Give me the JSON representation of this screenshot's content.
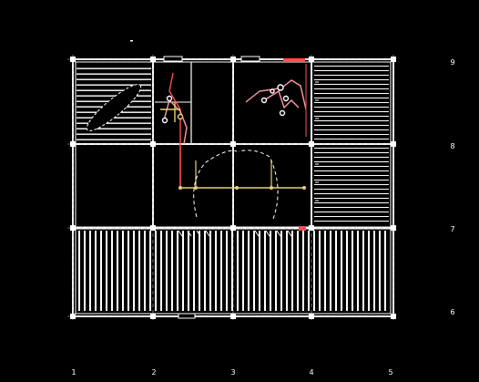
{
  "colors": {
    "background": "#000000",
    "wall": "#ffffff",
    "grid": "#bdbdbd",
    "hatch": "#ffffff",
    "pipe_red": "#ff4d4d",
    "pipe_pink": "#ff9aa8",
    "pipe_yellow": "#e6cf7a",
    "fixture": "#ffffff"
  },
  "grid_axes": {
    "columns": [
      "1",
      "2",
      "3",
      "4",
      "5"
    ],
    "rows": [
      "9",
      "8",
      "7",
      "6"
    ]
  }
}
